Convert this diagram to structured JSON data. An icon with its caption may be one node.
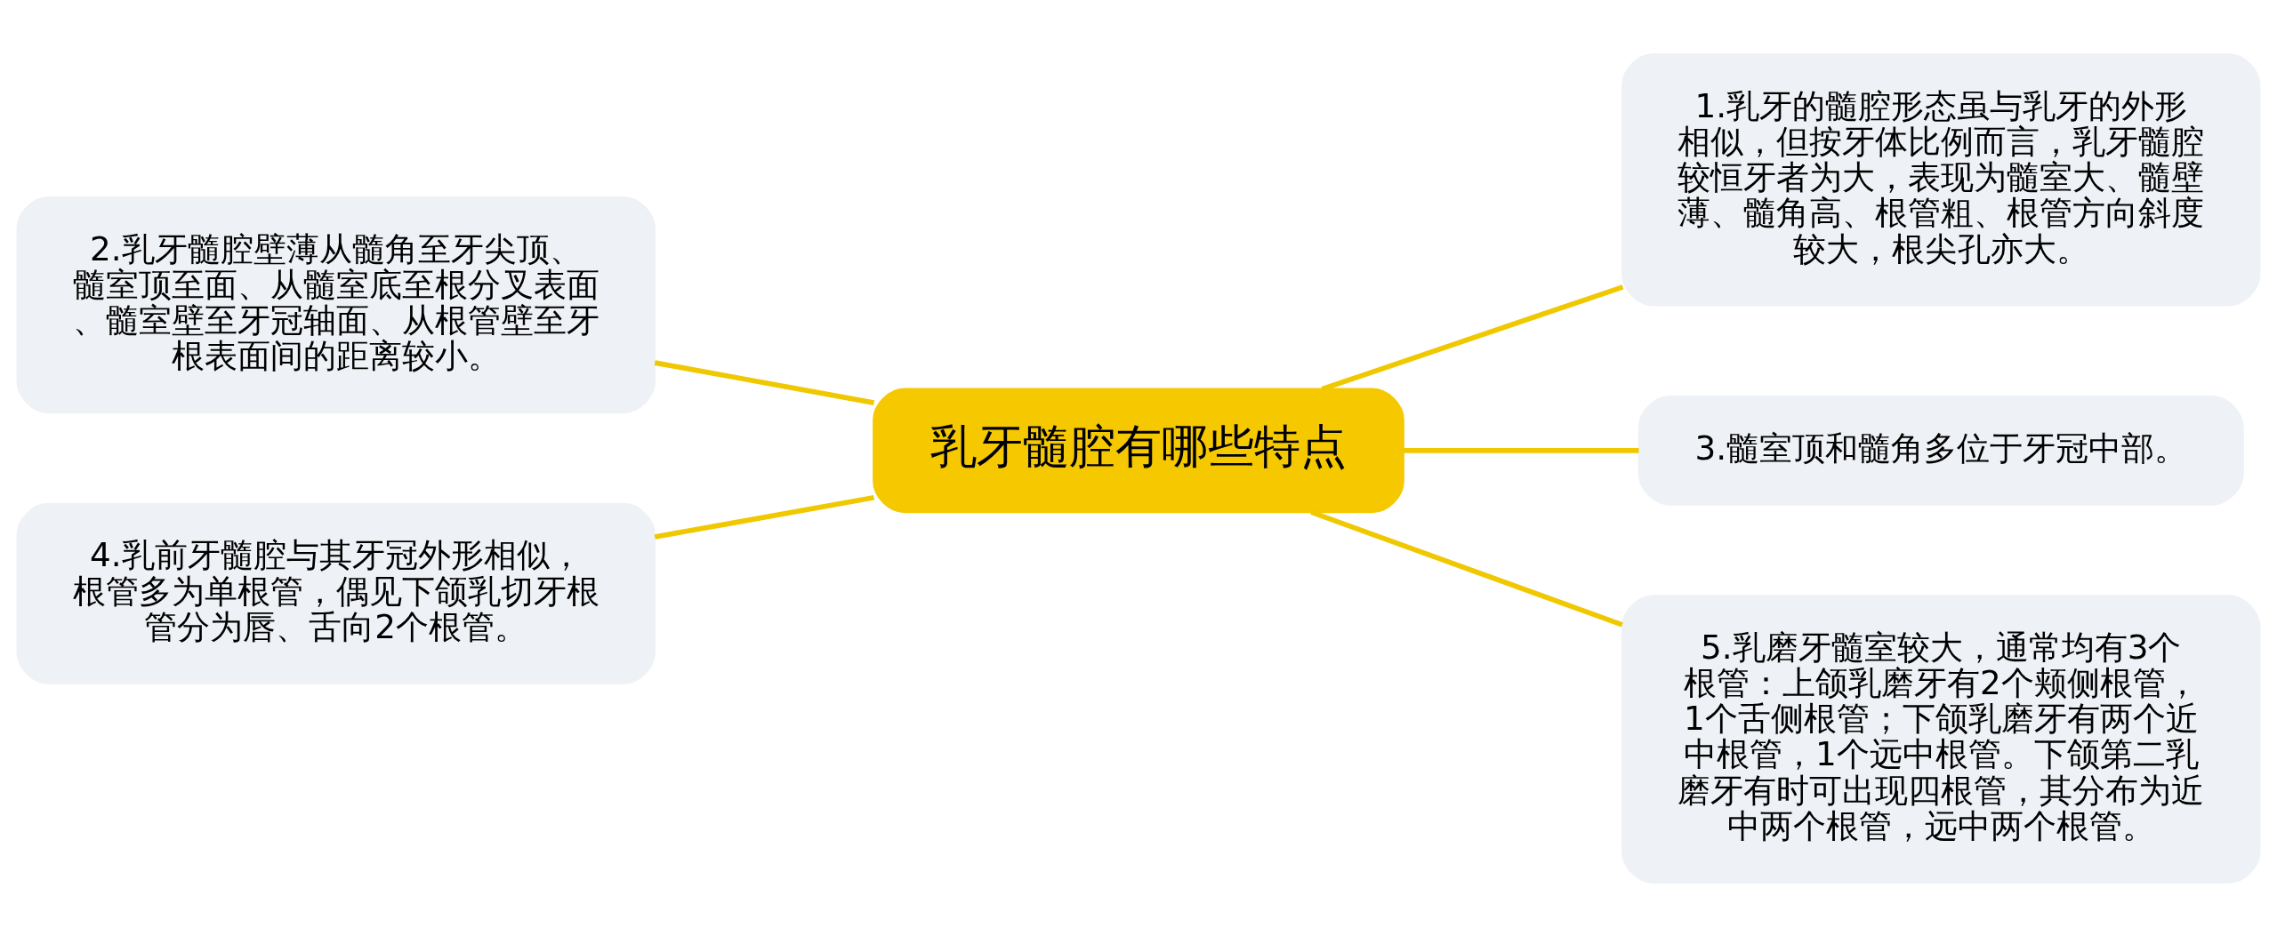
{
  "diagram": {
    "nodes": [
      {
        "text": [
          "乳牙髓腔有哪些特点"
        ]
      },
      {
        "text": [
          "1.乳牙的髓腔形态虽与乳牙的外形相似，但按牙体比例而言，乳牙髓腔较恒牙者为大，表现为髓室大、髓壁薄、髓角高、根管粗、根管方向斜度较大，根尖孔亦大。"
        ]
      },
      {
        "text": [
          "2.乳牙髓腔壁薄从髓角至牙尖顶、髓室顶至面、从髓室底至根分叉表面、髓室壁至牙冠轴面、从根管壁至牙根表面间的距离较小。"
        ]
      },
      {
        "text": [
          "3.髓室顶和髓角多位于牙冠中部。"
        ]
      },
      {
        "text": [
          "4.乳前牙髓腔与其牙冠外形相似，根管多为单根管，偶见下颌乳切牙根管分为唇、舌向2个根管。"
        ]
      },
      {
        "text": [
          "5.乳磨牙髓室较大，通常均有3个根管：上颌乳磨牙有2个颊侧根管，1个舌侧根管；下颌乳磨牙有两个近中根管，1个远中根管。下颌第二乳磨牙有时可出现四根管，其分布为近中两个根管，远中两个根管。"
        ]
      }
    ],
    "edges": [
      {
        "from": 0,
        "to": 1,
        "arrow": "none"
      },
      {
        "from": 0,
        "to": 2,
        "arrow": "none"
      },
      {
        "from": 0,
        "to": 3,
        "arrow": "none"
      },
      {
        "from": 0,
        "to": 4,
        "arrow": "none"
      },
      {
        "from": 0,
        "to": 5,
        "arrow": "none"
      }
    ]
  }
}
